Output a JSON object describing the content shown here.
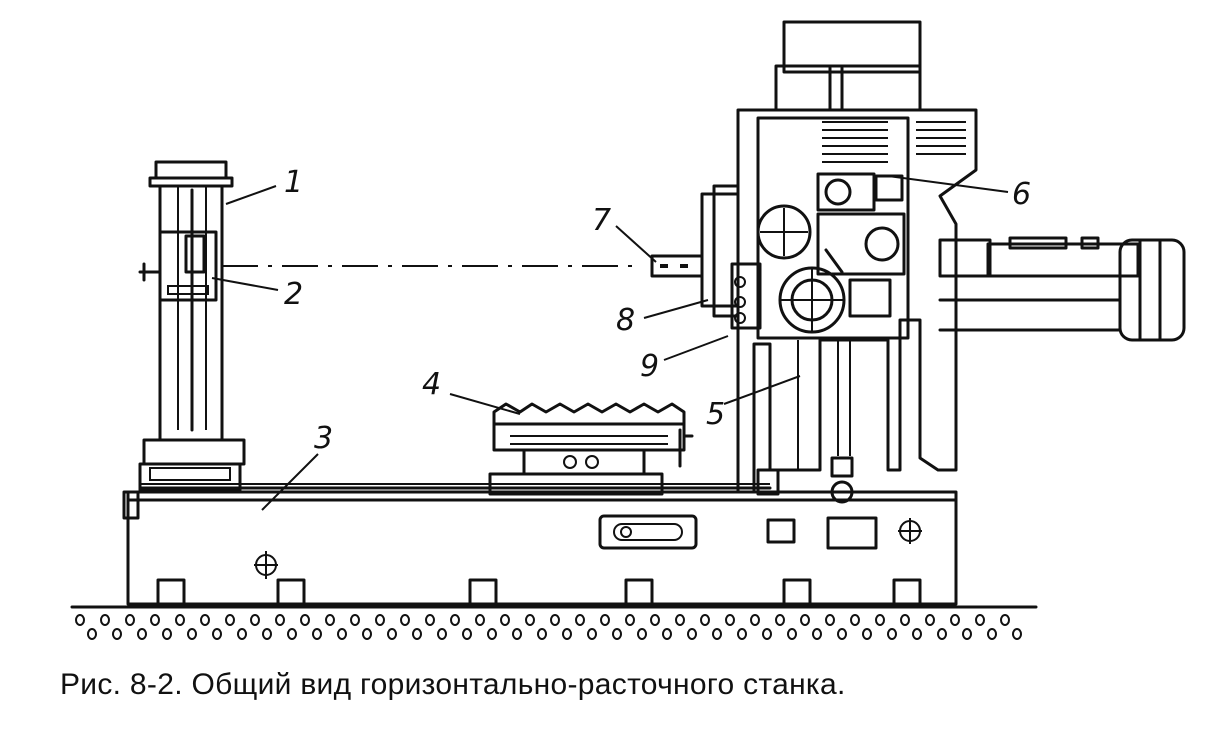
{
  "figure": {
    "caption": "Рис. 8-2. Общий вид горизонтально-расточного станка.",
    "callouts": [
      "1",
      "2",
      "3",
      "4",
      "5",
      "6",
      "7",
      "8",
      "9"
    ]
  }
}
